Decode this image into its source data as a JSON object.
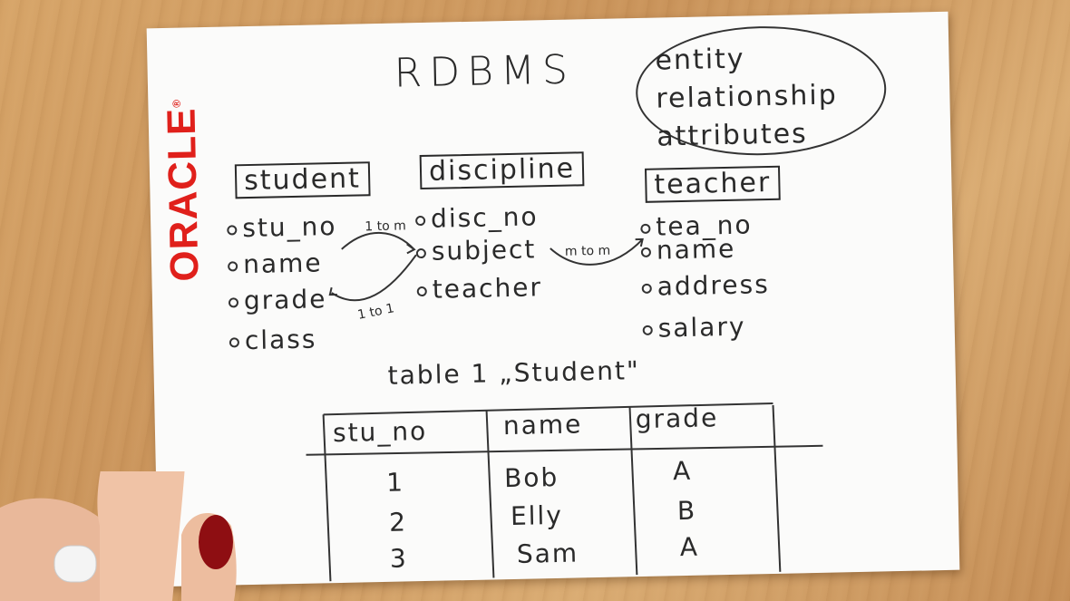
{
  "title": "RDBMS",
  "concepts": [
    "entity",
    "relationship",
    "attributes"
  ],
  "entities": [
    {
      "name": "student",
      "attributes": [
        "stu_no",
        "name",
        "grade",
        "class"
      ]
    },
    {
      "name": "discipline",
      "attributes": [
        "disc_no",
        "subject",
        "teacher"
      ]
    },
    {
      "name": "teacher",
      "attributes": [
        "tea_no",
        "name",
        "address",
        "salary"
      ]
    }
  ],
  "relations": [
    "1 to m",
    "1 to 1",
    "m to m"
  ],
  "logo": "ORACLE",
  "table": {
    "caption": "table 1 „Student\"",
    "headers": [
      "stu_no",
      "name",
      "grade"
    ],
    "rows": [
      [
        "1",
        "Bob",
        "A"
      ],
      [
        "2",
        "Elly",
        "B"
      ],
      [
        "3",
        "Sam",
        "A"
      ]
    ]
  }
}
